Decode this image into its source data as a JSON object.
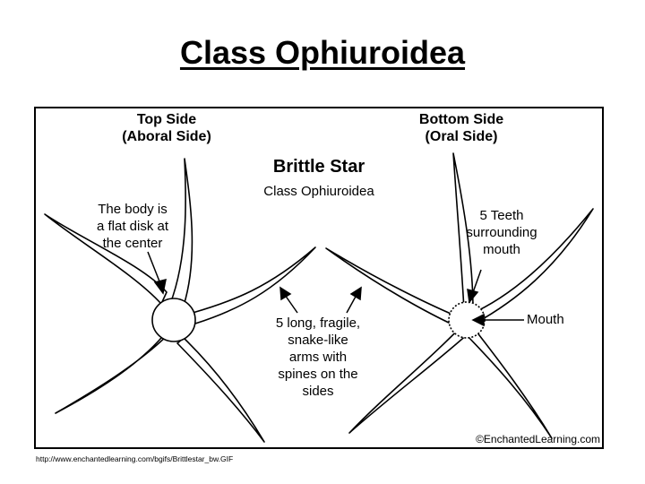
{
  "slide": {
    "title": "Class Ophiuroidea",
    "source_url": "http://www.enchantedlearning.com/bgifs/Brittlestar_bw.GIF"
  },
  "diagram": {
    "top_side": {
      "heading_line1": "Top Side",
      "heading_line2": "(Aboral Side)",
      "body_label": [
        "The body is",
        "a flat disk at",
        "the center"
      ]
    },
    "bottom_side": {
      "heading_line1": "Bottom Side",
      "heading_line2": "(Oral Side)",
      "teeth_label": [
        "5 Teeth",
        "surrounding",
        "mouth"
      ],
      "mouth_label": "Mouth"
    },
    "center": {
      "title": "Brittle Star",
      "subtitle": "Class Ophiuroidea",
      "arms_label": [
        "5 long, fragile,",
        "snake-like",
        "arms with",
        "spines on the",
        "sides"
      ]
    },
    "copyright": "©EnchantedLearning.com"
  }
}
